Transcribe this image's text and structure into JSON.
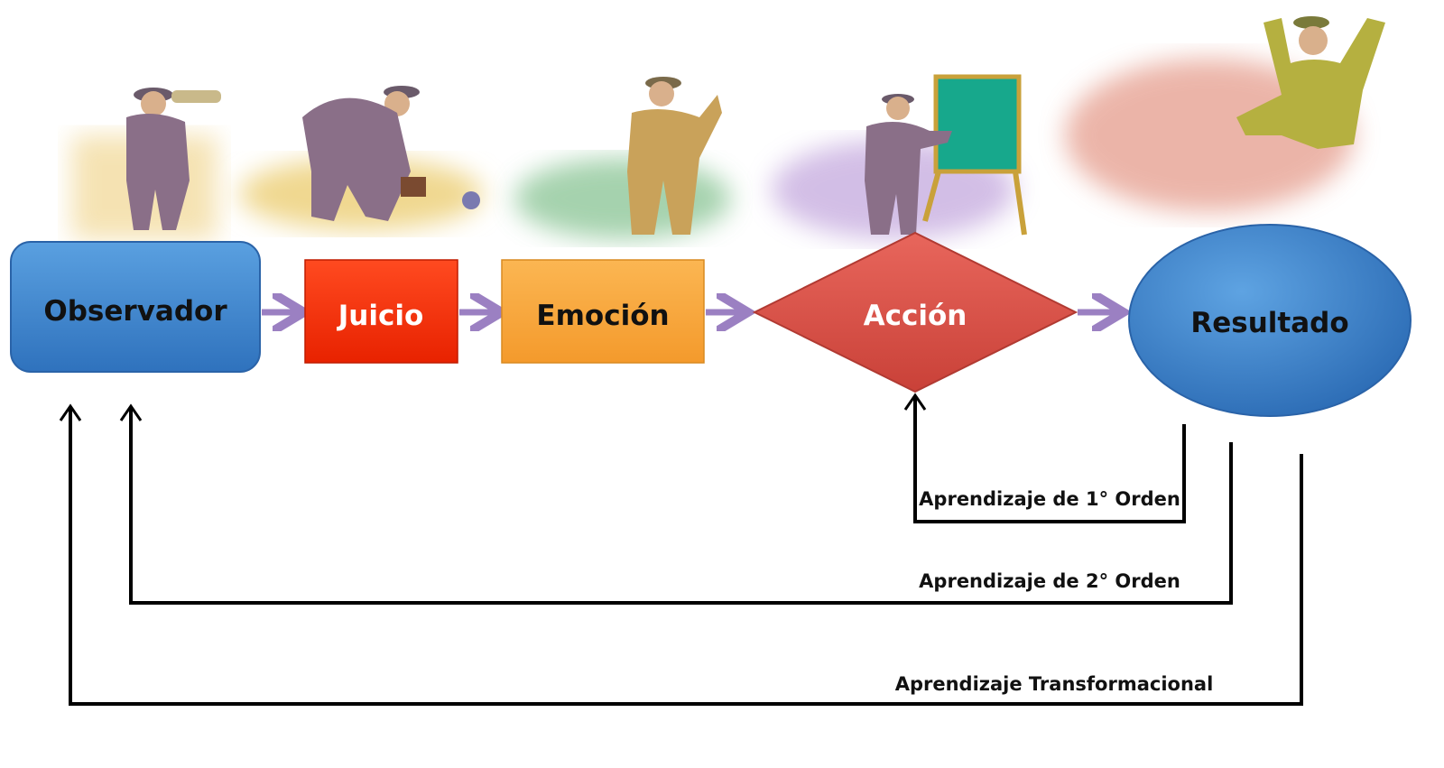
{
  "nodes": {
    "observador": "Observador",
    "juicio": "Juicio",
    "emocion": "Emoción",
    "accion": "Acción",
    "resultado": "Resultado"
  },
  "loops": {
    "first_order": "Aprendizaje de 1° Orden",
    "second_order": "Aprendizaje de 2° Orden",
    "transformational": "Aprendizaje Transformacional"
  },
  "colors": {
    "blue": "#3f86cf",
    "red": "#f42a00",
    "orange": "#f9a83c",
    "diamond": "#d9534b",
    "arrow": "#9b80c2"
  }
}
